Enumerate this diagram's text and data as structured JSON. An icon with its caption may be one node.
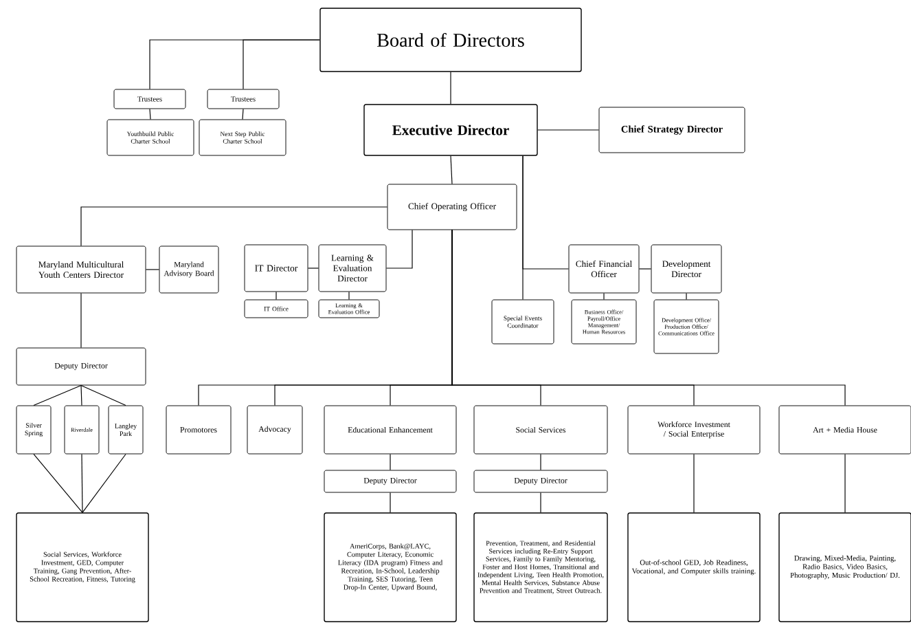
{
  "diagram": {
    "nodes": [
      {
        "text": [
          "Board of Directors"
        ]
      },
      {
        "text": [
          "Trustees"
        ]
      },
      {
        "text": [
          "Trustees"
        ]
      },
      {
        "text": [
          "Youthbuild Public Charter School"
        ]
      },
      {
        "text": [
          "Next Step Public Charter School"
        ]
      },
      {
        "text": [
          "Executive Director"
        ]
      },
      {
        "text": [
          "Chief Strategy Director"
        ]
      },
      {
        "text": [
          "Chief Operating Officer"
        ]
      },
      {
        "text": [
          "Maryland Multicultural Youth Centers Director"
        ]
      },
      {
        "text": [
          "Maryland Advisory Board"
        ]
      },
      {
        "text": [
          "IT Director"
        ]
      },
      {
        "text": [
          "Learning & Evaluation Director"
        ]
      },
      {
        "text": [
          "IT Office"
        ]
      },
      {
        "text": [
          "Learning & Evaluation Office"
        ]
      },
      {
        "text": [
          "Special Events Coordinator"
        ]
      },
      {
        "text": [
          "Chief Financial Officer"
        ]
      },
      {
        "text": [
          "Development Director"
        ]
      },
      {
        "text": [
          "Business Office/ Payroll/Office Management/ Human Resources"
        ]
      },
      {
        "text": [
          "Development Office/ Production Office/ Communications Office"
        ]
      },
      {
        "text": [
          "Deputy Director"
        ]
      },
      {
        "text": [
          "Silver Spring"
        ]
      },
      {
        "text": [
          "Riverdale"
        ]
      },
      {
        "text": [
          "Langley Park"
        ]
      },
      {
        "text": [
          "Social Services, Workforce Investment, GED, Computer Training, Gang Prevention, After-School Recreation, Fitness, Tutoring"
        ]
      },
      {
        "text": [
          "Promotores"
        ]
      },
      {
        "text": [
          "Advocacy"
        ]
      },
      {
        "text": [
          "Educational Enhancement"
        ]
      },
      {
        "text": [
          "Social Services"
        ]
      },
      {
        "text": [
          "Workforce Investment / Social Enterprise"
        ]
      },
      {
        "text": [
          "Art + Media House"
        ]
      },
      {
        "text": [
          "Deputy Director"
        ]
      },
      {
        "text": [
          "Deputy Director"
        ]
      },
      {
        "text": [
          "AmeriCorps, Bank@LAYC, Computer Literacy, Economic Literacy (IDA program) Fitness and Recreation, In-School, Leadership Training, SES Tutoring, Teen Drop-In Center, Upward Bound,"
        ]
      },
      {
        "text": [
          "Prevention, Treatment, and Residential Services including Re-Entry Support Services, Family to Family Mentoring, Foster and Host Homes, Transitional and Independent Living, Teen Health Promotion, Mental Health Services, Substance Abuse Prevention and Treatment, Street Outreach."
        ]
      },
      {
        "text": [
          "Out-of-school GED, Job Readiness, Vocational, and Computer skills training."
        ]
      },
      {
        "text": [
          "Drawing, Mixed-Media, Painting, Radio Basics, Video Basics, Photography, Music Production/ DJ."
        ]
      }
    ],
    "edges": [
      {
        "from": 0,
        "to": 1,
        "arrow": "none"
      },
      {
        "from": 0,
        "to": 2,
        "arrow": "none"
      },
      {
        "from": 1,
        "to": 3,
        "arrow": "none"
      },
      {
        "from": 2,
        "to": 4,
        "arrow": "none"
      },
      {
        "from": 0,
        "to": 5,
        "arrow": "none"
      },
      {
        "from": 5,
        "to": 6,
        "arrow": "none"
      },
      {
        "from": 5,
        "to": 7,
        "arrow": "none"
      },
      {
        "from": 5,
        "to": 14,
        "arrow": "none"
      },
      {
        "from": 5,
        "to": 15,
        "arrow": "none"
      },
      {
        "from": 15,
        "to": 16,
        "arrow": "none"
      },
      {
        "from": 15,
        "to": 17,
        "arrow": "none"
      },
      {
        "from": 16,
        "to": 18,
        "arrow": "none"
      },
      {
        "from": 7,
        "to": 8,
        "arrow": "none"
      },
      {
        "from": 8,
        "to": 9,
        "arrow": "none"
      },
      {
        "from": 7,
        "to": 11,
        "arrow": "none"
      },
      {
        "from": 11,
        "to": 10,
        "arrow": "none"
      },
      {
        "from": 10,
        "to": 12,
        "arrow": "none"
      },
      {
        "from": 11,
        "to": 13,
        "arrow": "none"
      },
      {
        "from": 7,
        "to": 24,
        "arrow": "none"
      },
      {
        "from": 7,
        "to": 25,
        "arrow": "none"
      },
      {
        "from": 7,
        "to": 26,
        "arrow": "none"
      },
      {
        "from": 7,
        "to": 27,
        "arrow": "none"
      },
      {
        "from": 7,
        "to": 28,
        "arrow": "none"
      },
      {
        "from": 7,
        "to": 29,
        "arrow": "none"
      },
      {
        "from": 8,
        "to": 19,
        "arrow": "none"
      },
      {
        "from": 19,
        "to": 20,
        "arrow": "none"
      },
      {
        "from": 19,
        "to": 21,
        "arrow": "none"
      },
      {
        "from": 19,
        "to": 22,
        "arrow": "none"
      },
      {
        "from": 20,
        "to": 23,
        "arrow": "none"
      },
      {
        "from": 21,
        "to": 23,
        "arrow": "none"
      },
      {
        "from": 22,
        "to": 23,
        "arrow": "none"
      },
      {
        "from": 26,
        "to": 30,
        "arrow": "none"
      },
      {
        "from": 30,
        "to": 32,
        "arrow": "none"
      },
      {
        "from": 27,
        "to": 31,
        "arrow": "none"
      },
      {
        "from": 31,
        "to": 33,
        "arrow": "none"
      },
      {
        "from": 28,
        "to": 34,
        "arrow": "none"
      },
      {
        "from": 29,
        "to": 35,
        "arrow": "none"
      }
    ]
  }
}
